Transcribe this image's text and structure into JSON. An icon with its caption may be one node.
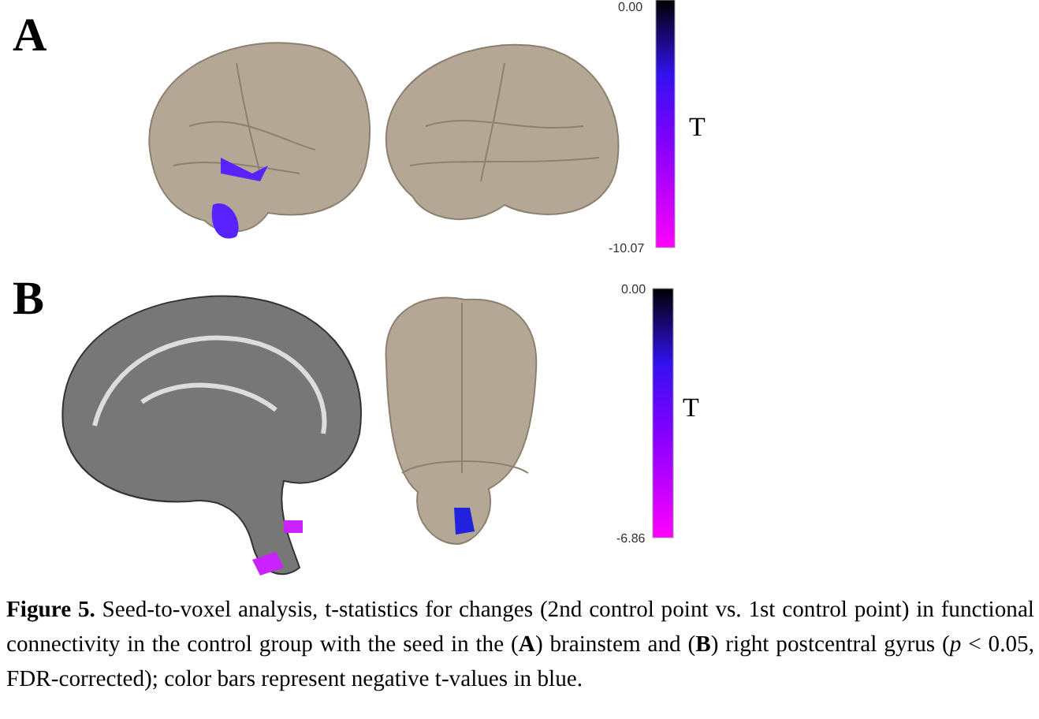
{
  "diagram": {
    "caption": "**Figure 5.** Seed-to-voxel analysis, t-statistics for changes (2nd control point vs. 1st control point) in functional connectivity in the control group with the seed in the (**A**) brainstem and (**B**) right postcentral gyrus (*p* < 0.05, FDR-corrected); color bars represent negative t-values in blue.",
    "labels": [
      "A",
      "0.00",
      "T",
      "-10.07",
      "B",
      "0.00",
      "T",
      "-6.86"
    ]
  }
}
